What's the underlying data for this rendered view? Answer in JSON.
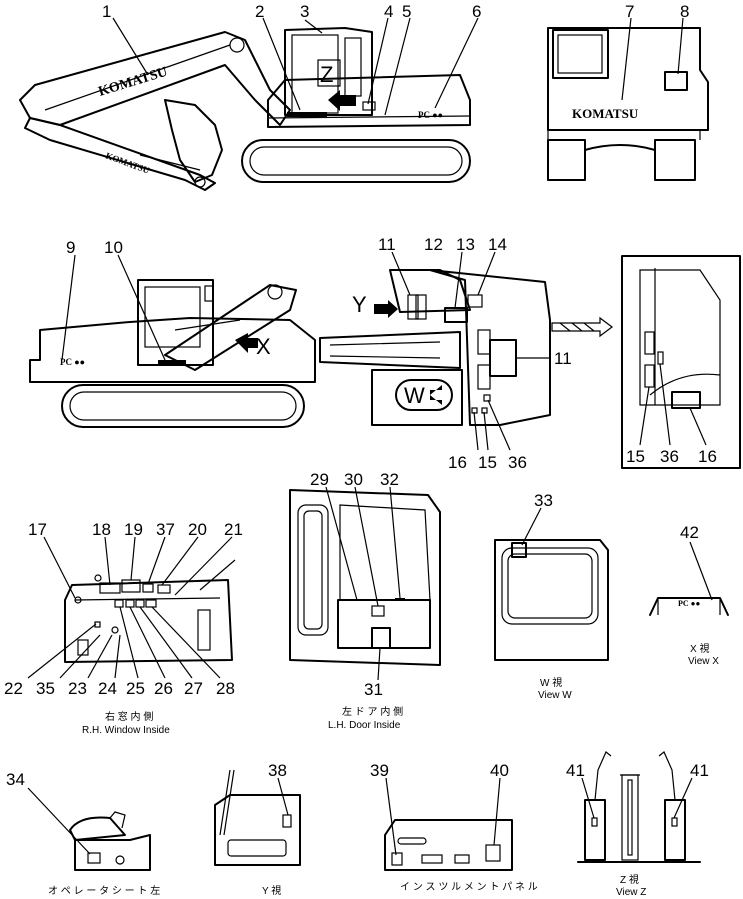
{
  "brand": "KOMATSU",
  "model_mark": "PC ●●",
  "view_letters": {
    "z": "Z",
    "y": "Y",
    "x": "X",
    "w": "W"
  },
  "callouts": {
    "n1": "1",
    "n2": "2",
    "n3": "3",
    "n4": "4",
    "n5": "5",
    "n6": "6",
    "n7": "7",
    "n8": "8",
    "n9": "9",
    "n10": "10",
    "n11a": "11",
    "n12": "12",
    "n13": "13",
    "n14": "14",
    "n11b": "11",
    "n15a": "15",
    "n16a": "16",
    "n36a": "36",
    "n15b": "15",
    "n36b": "36",
    "n16b": "16",
    "n17": "17",
    "n18": "18",
    "n19": "19",
    "n37": "37",
    "n20": "20",
    "n21": "21",
    "n22": "22",
    "n35": "35",
    "n23": "23",
    "n24": "24",
    "n25": "25",
    "n26": "26",
    "n27": "27",
    "n28": "28",
    "n29": "29",
    "n30": "30",
    "n32": "32",
    "n31": "31",
    "n33": "33",
    "n42": "42",
    "n34": "34",
    "n38": "38",
    "n39": "39",
    "n40": "40",
    "n41a": "41",
    "n41b": "41"
  },
  "captions": {
    "rh_window_jp": "右 窓 内 側",
    "rh_window_en": "R.H. Window Inside",
    "lh_door_jp": "左 ド ア 内 側",
    "lh_door_en": "L.H. Door Inside",
    "view_w_jp": "W 視",
    "view_w_en": "View W",
    "view_x_jp": "X 視",
    "view_x_en": "View X",
    "seat_jp": "オ ペ レ ー タ シ ー ト  左",
    "view_y_jp": "Y 視",
    "panel_jp": "イ ン ス ツ ル メ ン ト パ ネ ル",
    "view_z_jp": "Z 視",
    "view_z_en": "View Z"
  }
}
